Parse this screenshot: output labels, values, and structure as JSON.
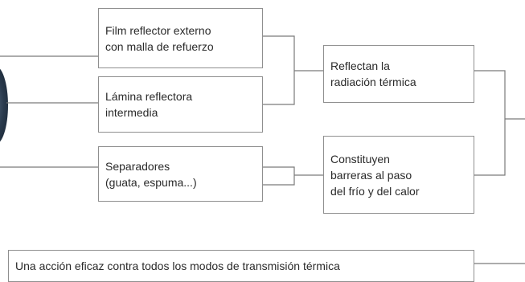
{
  "boxes": {
    "film": {
      "lines": [
        "Film reflector externo",
        "con malla de refuerzo"
      ]
    },
    "lamina": {
      "lines": [
        "Lámina reflectora",
        "intermedia"
      ]
    },
    "separadores": {
      "lines": [
        "Separadores",
        "(guata, espuma...)"
      ]
    },
    "reflectan": {
      "lines": [
        "Reflectan la",
        "radiación térmica"
      ]
    },
    "constituyen": {
      "lines": [
        "Constituyen",
        "barreras al paso",
        "del frío y del calor"
      ]
    },
    "accion": {
      "lines": [
        "Una acción eficaz contra todos los modos de transmisión térmica"
      ]
    }
  },
  "colors": {
    "border": "#8f8f8f",
    "line": "#7a7a7a",
    "text": "#2a2a2a",
    "disc": "#2a3a4d"
  }
}
